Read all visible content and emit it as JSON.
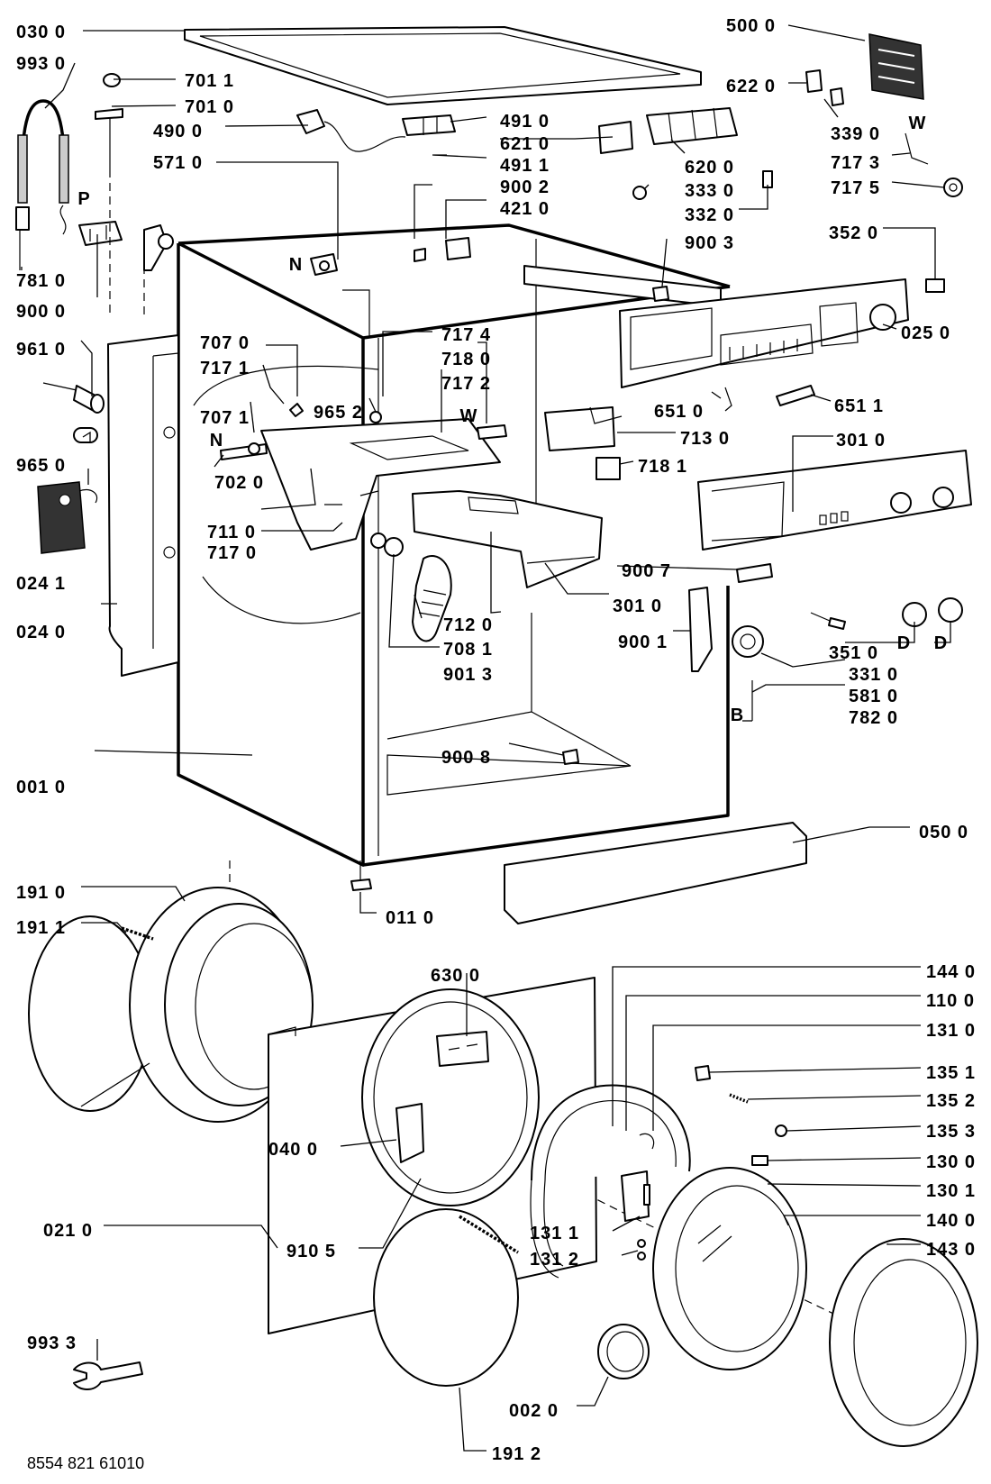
{
  "diagram": {
    "doc_code": "8554 821 61010",
    "callouts": [
      {
        "id": "c-030-0",
        "text": "030  0"
      },
      {
        "id": "c-993-0",
        "text": "993  0"
      },
      {
        "id": "c-701-1",
        "text": "701  1"
      },
      {
        "id": "c-701-0",
        "text": "701  0"
      },
      {
        "id": "c-490-0",
        "text": "490  0"
      },
      {
        "id": "c-571-0",
        "text": "571  0"
      },
      {
        "id": "c-781-0",
        "text": "781  0"
      },
      {
        "id": "c-900-0",
        "text": "900  0"
      },
      {
        "id": "c-961-0",
        "text": "961  0"
      },
      {
        "id": "c-965-0",
        "text": "965  0"
      },
      {
        "id": "c-024-1",
        "text": "024  1"
      },
      {
        "id": "c-024-0",
        "text": "024  0"
      },
      {
        "id": "c-001-0",
        "text": "001  0"
      },
      {
        "id": "c-707-0",
        "text": "707  0"
      },
      {
        "id": "c-717-1",
        "text": "717  1"
      },
      {
        "id": "c-707-1",
        "text": "707  1"
      },
      {
        "id": "c-702-0",
        "text": "702  0"
      },
      {
        "id": "c-711-0",
        "text": "711  0"
      },
      {
        "id": "c-717-0",
        "text": "717  0"
      },
      {
        "id": "c-965-2",
        "text": "965 2"
      },
      {
        "id": "c-717-4",
        "text": "717  4"
      },
      {
        "id": "c-718-0",
        "text": "718  0"
      },
      {
        "id": "c-717-2",
        "text": "717  2"
      },
      {
        "id": "c-491-0",
        "text": "491  0"
      },
      {
        "id": "c-621-0",
        "text": "621  0"
      },
      {
        "id": "c-491-1",
        "text": "491  1"
      },
      {
        "id": "c-900-2",
        "text": "900  2"
      },
      {
        "id": "c-421-0",
        "text": "421  0"
      },
      {
        "id": "c-500-0",
        "text": "500  0"
      },
      {
        "id": "c-622-0",
        "text": "622  0"
      },
      {
        "id": "c-339-0",
        "text": "339  0"
      },
      {
        "id": "c-717-3",
        "text": "717  3"
      },
      {
        "id": "c-717-5",
        "text": "717  5"
      },
      {
        "id": "c-620-0",
        "text": "620  0"
      },
      {
        "id": "c-333-0",
        "text": "333  0"
      },
      {
        "id": "c-332-0",
        "text": "332  0"
      },
      {
        "id": "c-352-0",
        "text": "352  0"
      },
      {
        "id": "c-900-3",
        "text": "900  3"
      },
      {
        "id": "c-025-0",
        "text": "025  0"
      },
      {
        "id": "c-651-0",
        "text": "651  0"
      },
      {
        "id": "c-651-1",
        "text": "651  1"
      },
      {
        "id": "c-713-0",
        "text": "713  0"
      },
      {
        "id": "c-718-1",
        "text": "718  1"
      },
      {
        "id": "c-301-0a",
        "text": "301  0"
      },
      {
        "id": "c-900-7",
        "text": "900  7"
      },
      {
        "id": "c-301-0b",
        "text": "301  0"
      },
      {
        "id": "c-712-0",
        "text": "712  0"
      },
      {
        "id": "c-708-1",
        "text": "708  1"
      },
      {
        "id": "c-901-3",
        "text": "901  3"
      },
      {
        "id": "c-900-1",
        "text": "900  1"
      },
      {
        "id": "c-351-0",
        "text": "351  0"
      },
      {
        "id": "c-331-0",
        "text": "331  0"
      },
      {
        "id": "c-581-0",
        "text": "581  0"
      },
      {
        "id": "c-782-0",
        "text": "782  0"
      },
      {
        "id": "c-900-8",
        "text": "900  8"
      },
      {
        "id": "c-050-0",
        "text": "050  0"
      },
      {
        "id": "c-011-0",
        "text": "011  0"
      },
      {
        "id": "c-191-0",
        "text": "191  0"
      },
      {
        "id": "c-191-1",
        "text": "191  1"
      },
      {
        "id": "c-630-0",
        "text": "630  0"
      },
      {
        "id": "c-144-0",
        "text": "144  0"
      },
      {
        "id": "c-110-0",
        "text": "110  0"
      },
      {
        "id": "c-131-0",
        "text": "131  0"
      },
      {
        "id": "c-135-1",
        "text": "135  1"
      },
      {
        "id": "c-135-2",
        "text": "135  2"
      },
      {
        "id": "c-135-3",
        "text": "135  3"
      },
      {
        "id": "c-130-0",
        "text": "130  0"
      },
      {
        "id": "c-130-1",
        "text": "130  1"
      },
      {
        "id": "c-140-0",
        "text": "140  0"
      },
      {
        "id": "c-143-0",
        "text": "143  0"
      },
      {
        "id": "c-040-0",
        "text": "040  0"
      },
      {
        "id": "c-021-0",
        "text": "021  0"
      },
      {
        "id": "c-910-5",
        "text": "910  5"
      },
      {
        "id": "c-131-1",
        "text": "131  1"
      },
      {
        "id": "c-131-2",
        "text": "131  2"
      },
      {
        "id": "c-993-3",
        "text": "993  3"
      },
      {
        "id": "c-002-0",
        "text": "002  0"
      },
      {
        "id": "c-191-2",
        "text": "191  2"
      }
    ],
    "letters": [
      {
        "id": "l-P",
        "text": "P"
      },
      {
        "id": "l-N1",
        "text": "N"
      },
      {
        "id": "l-N2",
        "text": "N"
      },
      {
        "id": "l-W1",
        "text": "W"
      },
      {
        "id": "l-W2",
        "text": "W"
      },
      {
        "id": "l-B",
        "text": "B"
      },
      {
        "id": "l-D1",
        "text": "D"
      },
      {
        "id": "l-D2",
        "text": "D"
      }
    ]
  }
}
